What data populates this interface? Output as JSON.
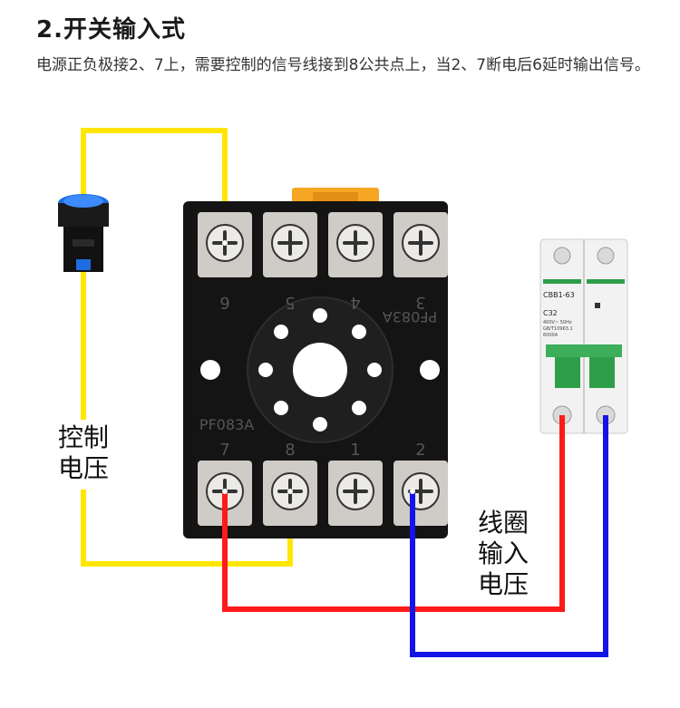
{
  "header": {
    "title": "2.开关输入式",
    "description": "电源正负极接2、7上，需要控制的信号线接到8公共点上，当2、7断电后6延时输出信号。"
  },
  "relay_base": {
    "model_top": "PF083A",
    "model_bottom": "PF083A",
    "top_terminals": [
      "6",
      "5",
      "4",
      "3"
    ],
    "bottom_terminals": [
      "7",
      "8",
      "1",
      "2"
    ]
  },
  "breaker": {
    "model": "CBB1-63",
    "rating": "C32",
    "spec_line1": "400V~ 50Hz",
    "spec_line2": "GB/T10963.1",
    "spec_line3": "6000A"
  },
  "labels": {
    "control_voltage_line1": "控制",
    "control_voltage_line2": "电压",
    "coil_input_line1": "线圈",
    "coil_input_line2": "输入",
    "coil_input_line3": "电压"
  },
  "colors": {
    "yellow_wire": "#FFE600",
    "red_wire": "#FF1A1A",
    "blue_wire": "#1414E6",
    "base_body": "#141414",
    "orange_tab": "#F5A623",
    "breaker_green": "#2E9E4A"
  }
}
